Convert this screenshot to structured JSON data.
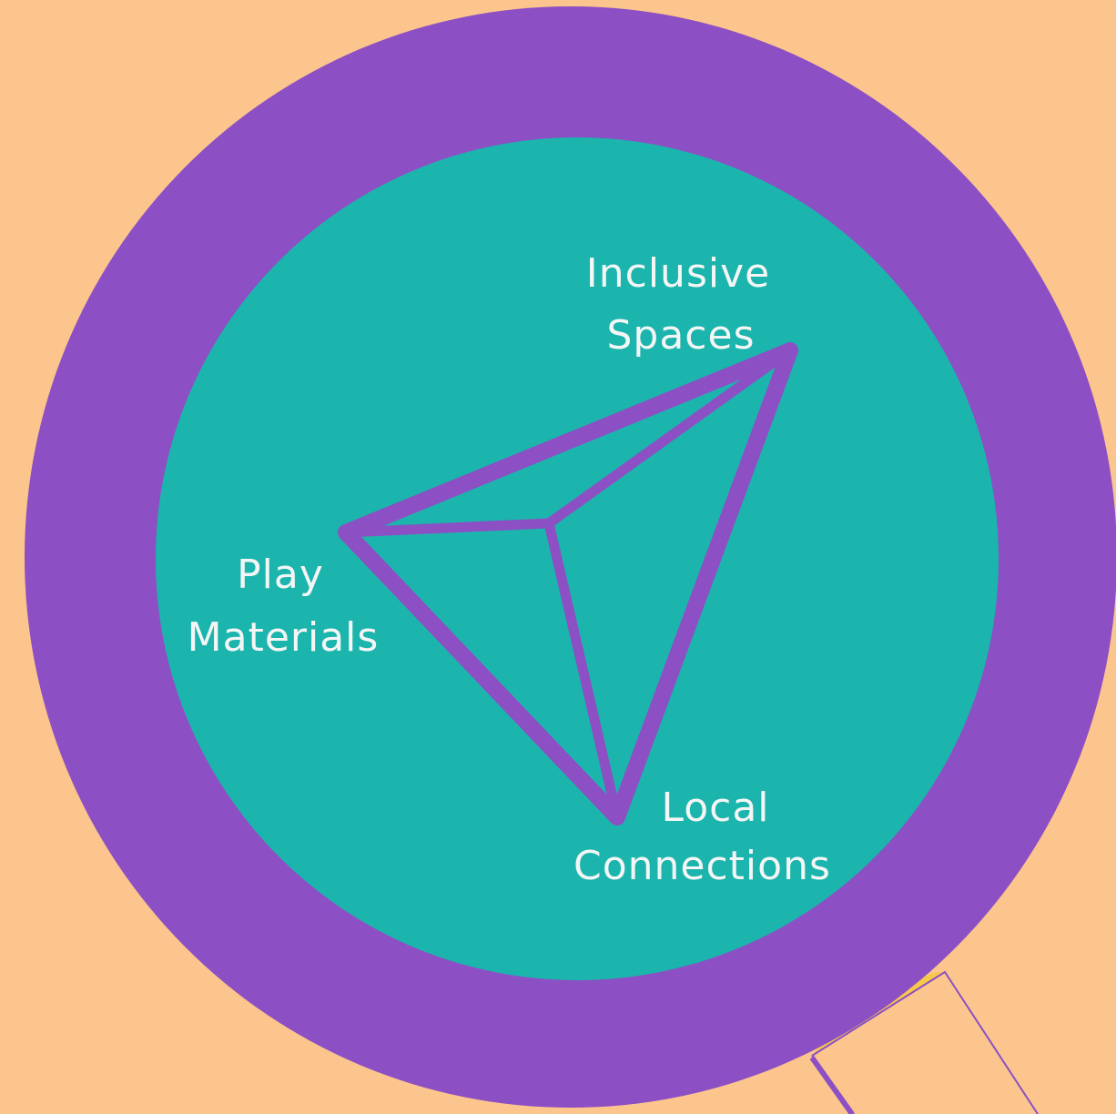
{
  "colors": {
    "background": "#FBC58D",
    "ring": "#8C50C4",
    "lens": "#1CB5AE",
    "lens_inner": "#1BB3AE",
    "triangle": "#8C50C4",
    "label_text": "#F4F6F6",
    "handle_accent": "#F7C84A",
    "handle_outline": "#8C50C4"
  },
  "icons": {
    "magnifier": "magnifying-glass-icon"
  },
  "diagram": {
    "nodes": {
      "inclusive_spaces": {
        "line1": "Inclusive",
        "line2": "Spaces"
      },
      "play_materials": {
        "line1": "Play",
        "line2": "Materials"
      },
      "local_connections": {
        "line1": "Local",
        "line2": "Connections"
      }
    }
  }
}
